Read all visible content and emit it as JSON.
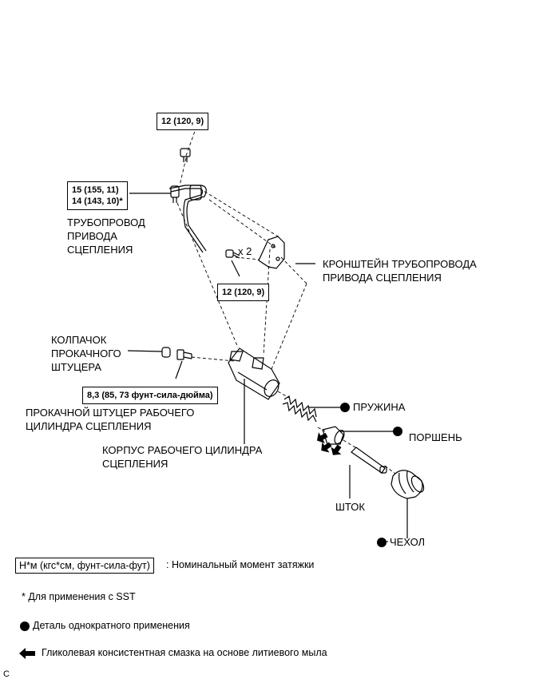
{
  "torque_boxes": {
    "bolt_top": "12 (120, 9)",
    "pipe_fitting_line1": "15 (155, 11)",
    "pipe_fitting_line2": "14 (143, 10)*",
    "bracket_bolt": "12 (120, 9)",
    "bleeder_plug": "8,3 (85, 73 фунт-сила-дюйма)"
  },
  "count_marker": "x 2",
  "labels": {
    "pipe": [
      "ТРУБОПРОВОД",
      "ПРИВОДА",
      "СЦЕПЛЕНИЯ"
    ],
    "bracket": [
      "КРОНШТЕЙН ТРУБОПРОВОДА",
      "ПРИВОДА СЦЕПЛЕНИЯ"
    ],
    "cap": [
      "КОЛПАЧОК",
      "ПРОКАЧНОГО",
      "ШТУЦЕРА"
    ],
    "bleeder_plug": [
      "ПРОКАЧНОЙ ШТУЦЕР РАБОЧЕГО",
      "ЦИЛИНДРА СЦЕПЛЕНИЯ"
    ],
    "cylinder_body": [
      "КОРПУС РАБОЧЕГО ЦИЛИНДРА",
      "СЦЕПЛЕНИЯ"
    ],
    "spring": "ПРУЖИНА",
    "piston": "ПОРШЕНЬ",
    "rod": "ШТОК",
    "boot": "ЧЕХОЛ"
  },
  "legend": {
    "torque_unit": "Н*м (кгс*см, фунт-сила-фут)",
    "torque_desc": ": Номинальный момент затяжки",
    "sst_note": "* Для применения с SST",
    "nonreusable": "Деталь однократного применения",
    "grease": "Гликолевая консистентная смазка на основе литиевого мыла"
  },
  "corner_mark": "C"
}
